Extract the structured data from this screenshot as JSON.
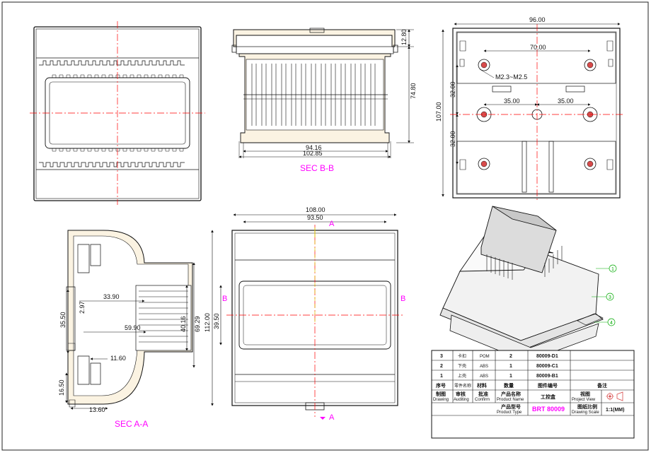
{
  "views": {
    "sec_bb": {
      "caption": "SEC B-B",
      "dims": {
        "d1280": "12.80",
        "d7480": "74.80",
        "d9416": "94.16",
        "d10285": "102.85"
      }
    },
    "top": {
      "dims": {
        "d9600": "96.00",
        "d7000": "70.00",
        "d3200a": "32.00",
        "d3200b": "32.00",
        "d10700": "107.00",
        "d3500a": "35.00",
        "d3500b": "35.00"
      },
      "screw_note": "M2.3~M2.5"
    },
    "sec_aa": {
      "caption": "SEC A-A",
      "dims": {
        "d3390": "33.90",
        "d297": "2.97",
        "d3550": "35.50",
        "d5990": "59.90",
        "d4016": "40.16",
        "d6929": "69.29",
        "d1160": "11.60",
        "d1650": "16.50",
        "d1360": "13.60"
      }
    },
    "front": {
      "dims": {
        "d10800": "108.00",
        "d9350": "93.50",
        "d11200": "112.00",
        "d3950": "39.50"
      },
      "labels": {
        "a_top": "A",
        "a_bottom": "A",
        "b_left": "B",
        "b_right": "B"
      }
    },
    "iso": {
      "balloons": [
        "1",
        "3",
        "4"
      ]
    }
  },
  "title_block": {
    "rows": [
      {
        "no": "3",
        "name": "卡扣",
        "material": "POM",
        "qty": "2",
        "part": "80009-D1"
      },
      {
        "no": "2",
        "name": "下壳",
        "material": "ABS",
        "qty": "1",
        "part": "80009-C1"
      },
      {
        "no": "1",
        "name": "上壳",
        "material": "ABS",
        "qty": "1",
        "part": "80009-B1"
      }
    ],
    "headers": {
      "no": "序号",
      "name": "零件名称",
      "material": "材料",
      "qty": "数量",
      "part": "图件编号",
      "remark": "备注"
    },
    "drawing": {
      "cn": "制图",
      "en": "Drawing"
    },
    "auditing": {
      "cn": "审核",
      "en": "Auditing"
    },
    "confirm": {
      "cn": "批准",
      "en": "Confirm"
    },
    "product_name_label": {
      "cn": "产品名称",
      "en": "Product Name"
    },
    "product_name_value": "工控盒",
    "project_view": {
      "cn": "视图",
      "en": "Project View"
    },
    "product_type_label": {
      "cn": "产品型号",
      "en": "Product Type"
    },
    "product_type_value": "BRT 80009",
    "drawing_scale": {
      "cn": "图纸比例",
      "en": "Drawing Scale"
    },
    "scale_value": "1:1(MM)"
  },
  "colors": {
    "centerline": "#ff0000",
    "projection": "#ff00ff",
    "ink": "#111111",
    "balloon": "#00aa00",
    "yellow": "#e0c000"
  }
}
